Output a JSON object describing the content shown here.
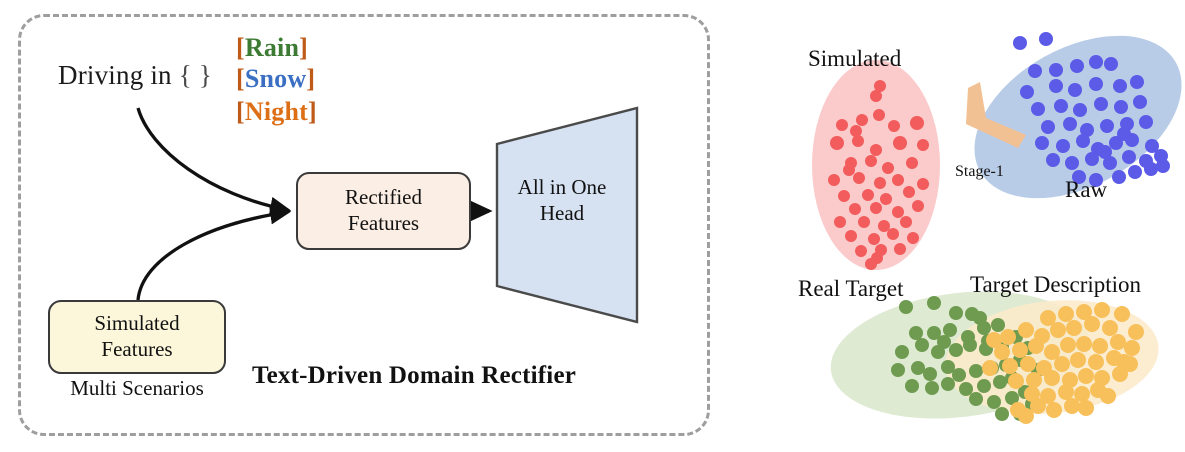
{
  "figure": {
    "left_panel": {
      "caption": "Text-Driven Domain Rectifier",
      "prompt": {
        "text": "Driving in { }",
        "prefix": "Driving in ",
        "braces": "{ }"
      },
      "tokens": [
        {
          "name": "rain",
          "open": "[",
          "word": "Rain",
          "close": "]",
          "color": "#3d7a33"
        },
        {
          "name": "snow",
          "open": "[",
          "word": "Snow",
          "close": "]",
          "color": "#3b6fc4"
        },
        {
          "name": "night",
          "open": "[",
          "word": "Night",
          "close": "]",
          "color": "#dd6f17"
        }
      ],
      "bracket_color": "#c05a18",
      "nodes": {
        "rectified": {
          "line1": "Rectified",
          "line2": "Features",
          "fill": "#fbeee4"
        },
        "simulated": {
          "line1": "Simulated",
          "line2": "Features",
          "fill": "#fcf6da"
        },
        "head": {
          "line1": "All in One",
          "line2": "Head",
          "fill": "#d6e2f2"
        }
      },
      "sub_label": "Multi Scenarios",
      "border_color": "#9e9e9e"
    },
    "right_panel": {
      "labels": {
        "simulated": "Simulated",
        "raw": "Raw",
        "real_target": "Real Target",
        "target_description": "Target Description",
        "stage": "Stage-1"
      },
      "clusters": [
        {
          "name": "simulated",
          "ellipse_fill": "#fbcbcb",
          "dot_color": "#f25c5c",
          "points": 44
        },
        {
          "name": "raw",
          "ellipse_fill": "#b8cce8",
          "dot_color": "#5b5be8",
          "points": 47
        },
        {
          "name": "real-target",
          "ellipse_fill": "#dfead3",
          "dot_color": "#6e9b50",
          "points": 46
        },
        {
          "name": "target-description",
          "ellipse_fill": "#fceBcb",
          "dot_color": "#f8c05a",
          "points": 52
        }
      ],
      "arrow_color": "#f2c193"
    }
  }
}
